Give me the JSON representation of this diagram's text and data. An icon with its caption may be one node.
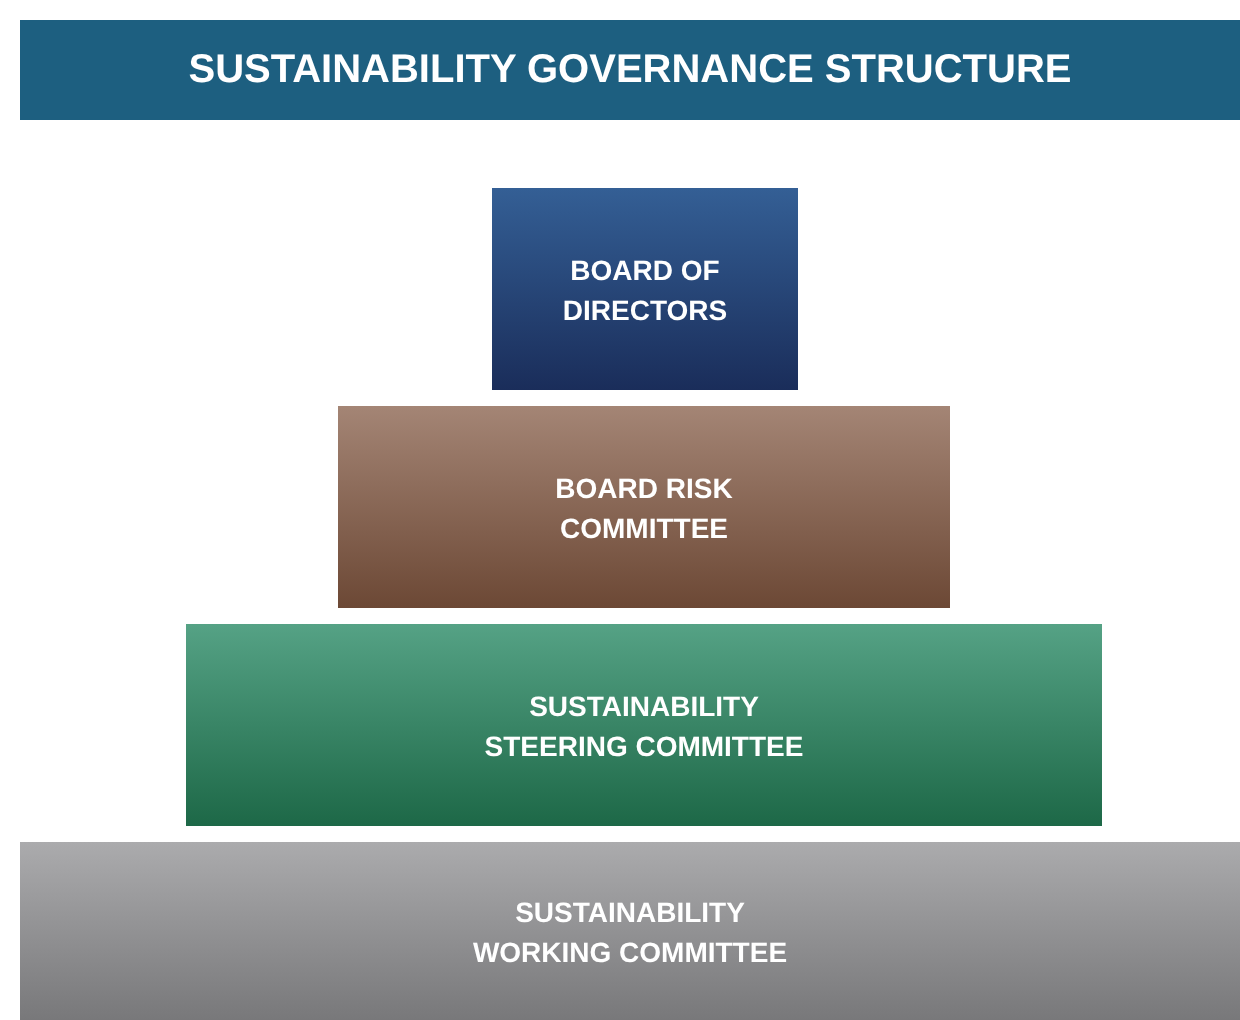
{
  "diagram": {
    "title": "SUSTAINABILITY GOVERNANCE STRUCTURE",
    "nodes": [
      {
        "text": [
          "BOARD OF DIRECTORS"
        ]
      },
      {
        "text": [
          "BOARD RISK COMMITTEE"
        ]
      },
      {
        "text": [
          "SUSTAINABILITY STEERING COMMITTEE"
        ]
      },
      {
        "text": [
          "SUSTAINABILITY WORKING COMMITTEE"
        ]
      }
    ]
  }
}
